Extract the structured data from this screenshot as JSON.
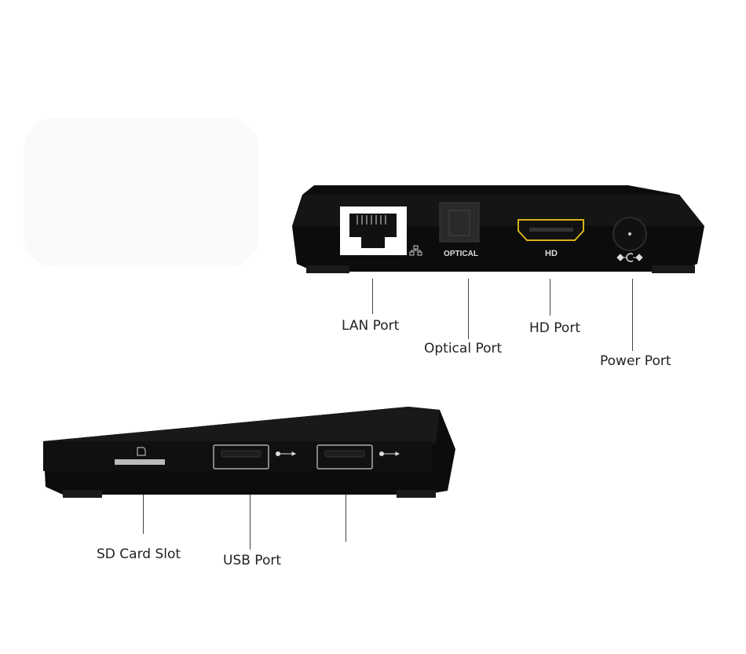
{
  "diagram": {
    "title": "",
    "rear_view": {
      "ports": [
        {
          "id": "lan",
          "panel_text": "",
          "icon": "network-icon",
          "label": "LAN Port"
        },
        {
          "id": "optical",
          "panel_text": "OPTICAL",
          "label": "Optical Port"
        },
        {
          "id": "hd",
          "panel_text": "HD",
          "label": "HD Port"
        },
        {
          "id": "power",
          "panel_text": "",
          "icon": "dc-polarity-icon",
          "label": "Power Port"
        }
      ]
    },
    "side_view": {
      "ports": [
        {
          "id": "sd",
          "icon": "sd-card-icon",
          "label": "SD Card Slot"
        },
        {
          "id": "usb1",
          "icon": "usb-icon",
          "label": "USB Port"
        },
        {
          "id": "usb2",
          "icon": "usb-icon",
          "label": ""
        }
      ]
    },
    "colors": {
      "device_body": "#0b0b0b",
      "hdmi_outline": "#d9b21a",
      "label_text": "#222222",
      "leader_line": "#444444"
    }
  }
}
